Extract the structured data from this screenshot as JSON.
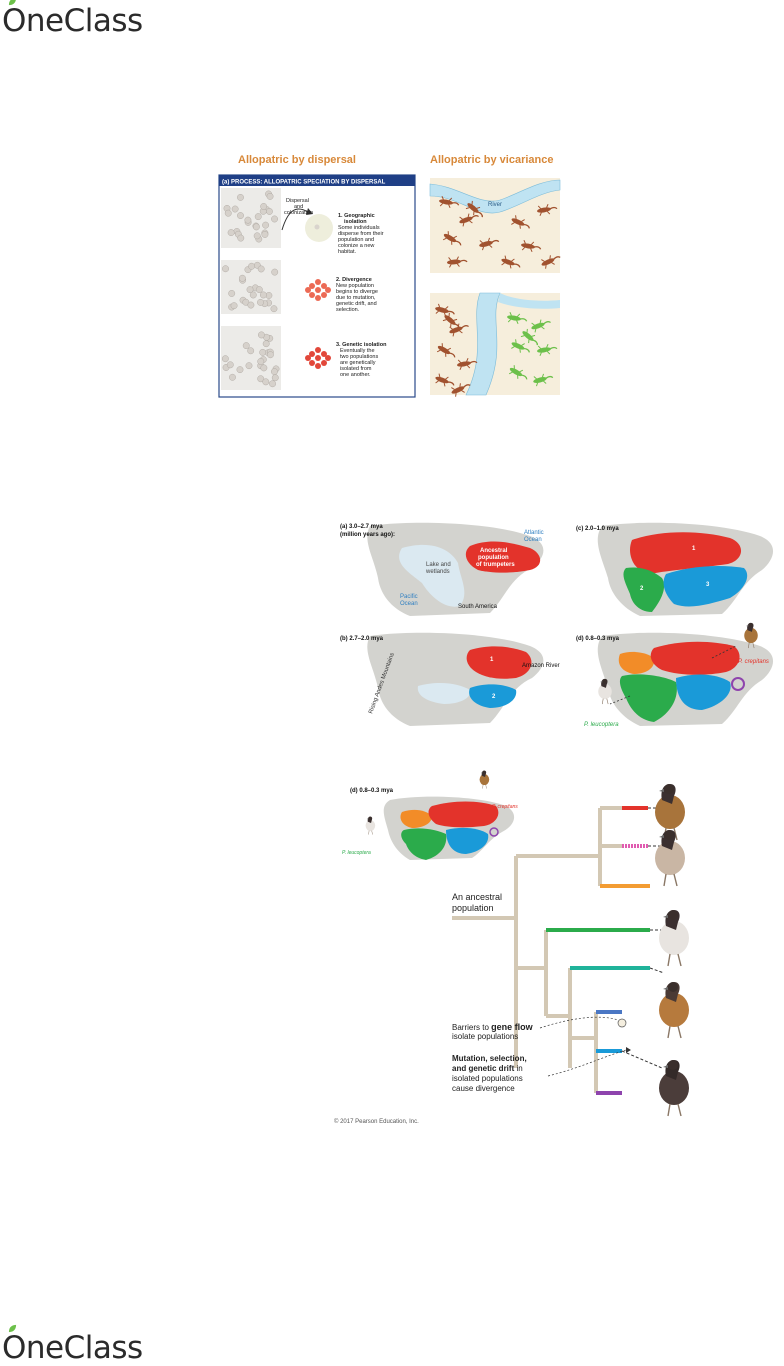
{
  "brand": {
    "name_rest": "neClass",
    "name_first": "O",
    "accent": "#6cc04a"
  },
  "figure1": {
    "left_title": "Allopatric by dispersal",
    "right_title": "Allopatric by vicariance",
    "panel_header": "(a) PROCESS: ALLOPATRIC SPECIATION BY DISPERSAL",
    "dispersal_label_1": "Dispersal",
    "dispersal_label_2": "and",
    "dispersal_label_3": "colonization",
    "step1_title": "1. Geographic",
    "step1_title2": "isolation",
    "step1_lines": [
      "Some individuals",
      "disperse from their",
      "population and",
      "colonize a new",
      "habitat."
    ],
    "step2_title": "2. Divergence",
    "step2_lines": [
      "New population",
      "begins to diverge",
      "due to mutation,",
      "genetic drift, and",
      "selection."
    ],
    "step3_title": "3. Genetic isolation",
    "step3_lines": [
      "Eventually the",
      "two populations",
      "are genetically",
      "isolated from",
      "one another."
    ],
    "river_label": "River",
    "title_color": "#d8893a"
  },
  "figure2": {
    "a_label": "(a) 3.0–2.7 mya",
    "a_label2": "(million years ago):",
    "atlantic": "Atlantic",
    "ocean": "Ocean",
    "ancestral": "Ancestral",
    "population_of": "population",
    "trumpeters": "of trumpeters",
    "lake": "Lake and",
    "wetlands": "wetlands",
    "pacific": "Pacific",
    "pacific_ocean": "Ocean",
    "south_america": "South America",
    "b_label": "(b) 2.7–2.0 mya",
    "amazon": "Amazon River",
    "andes": "Rising Andes Mountains",
    "c_label": "(c) 2.0–1.0 mya",
    "d_label": "(d) 0.8–0.3 mya",
    "crepitans": "P. crepitans",
    "leucoptera": "P. leucoptera"
  },
  "figure3": {
    "d_label": "(d) 0.8–0.3 mya",
    "crepitans": "P. crepitans",
    "leucoptera": "P. leucoptera",
    "ancestral_1": "An ancestral",
    "ancestral_2": "population",
    "barriers_1a": "Barriers to ",
    "barriers_1b": "gene flow",
    "barriers_2": "isolate populations",
    "mutation_1": "Mutation, selection,",
    "mutation_2a": "and ",
    "mutation_2b": "genetic drift",
    "mutation_2c": " in",
    "mutation_3": "isolated populations",
    "mutation_4": "cause divergence",
    "copyright": "© 2017 Pearson Education, Inc."
  }
}
